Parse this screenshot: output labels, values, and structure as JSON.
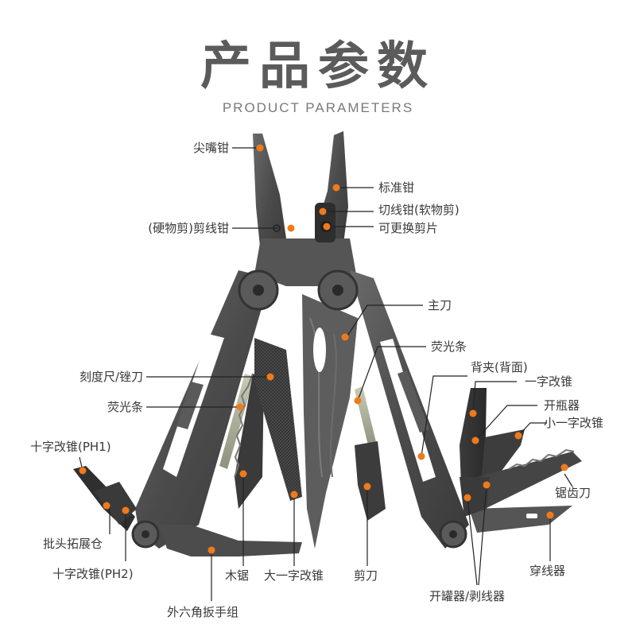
{
  "header": {
    "title": "产品参数",
    "subtitle": "PRODUCT PARAMETERS"
  },
  "colors": {
    "accent_dot": "#f07a1a",
    "title": "#5b5b5b",
    "label_text": "#3a3a3a",
    "tool_steel": "#4a4a4a"
  },
  "callouts": {
    "needle_nose_pliers": "尖嘴钳",
    "hard_wire_cutter": "(硬物剪)剪线钳",
    "standard_pliers": "标准钳",
    "soft_wire_cutter": "切线钳(软物剪)",
    "replaceable_blade": "可更换剪片",
    "main_blade": "主刀",
    "glow_strip_right": "荧光条",
    "back_clip": "背夹(背面)",
    "flat_screwdriver": "一字改锥",
    "bottle_opener": "开瓶器",
    "small_flat_screwdriver": "小一字改锥",
    "ruler_file": "刻度尺/锉刀",
    "glow_strip_left": "荧光条",
    "phillips_ph1": "十字改锥(PH1)",
    "serrated_knife": "锯齿刀",
    "bit_extension": "批头拓展仓",
    "phillips_ph2": "十字改锥(PH2)",
    "wood_saw": "木锯",
    "large_flat_screwdriver": "大一字改锥",
    "scissors": "剪刀",
    "awl": "穿线器",
    "can_opener_wire_stripper": "开罐器/剥线器",
    "hex_wrench_set": "外六角扳手组"
  }
}
